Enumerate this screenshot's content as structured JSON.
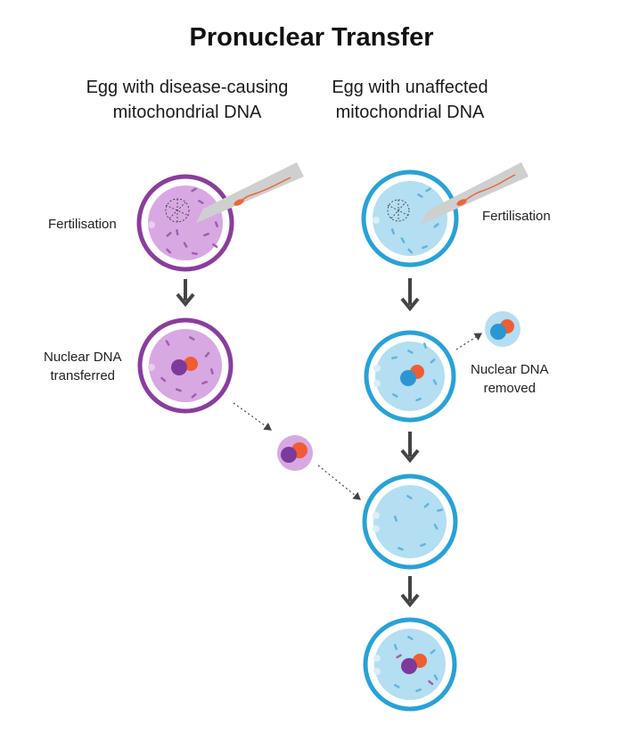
{
  "title": "Pronuclear Transfer",
  "columns": {
    "left": {
      "line1": "Egg with disease-causing",
      "line2": "mitochondrial DNA"
    },
    "right": {
      "line1": "Egg with unaffected",
      "line2": "mitochondrial DNA"
    }
  },
  "labels": {
    "left_fertilisation": "Fertilisation",
    "right_fertilisation": "Fertilisation",
    "nuclear_transferred_1": "Nuclear DNA",
    "nuclear_transferred_2": "transferred",
    "nuclear_removed_1": "Nuclear DNA",
    "nuclear_removed_2": "removed"
  },
  "colors": {
    "purple_ring": "#8a3d9e",
    "purple_fill": "#d8a8e2",
    "purple_dash": "#9f5fb2",
    "purple_nucleus": "#7b3a9c",
    "blue_ring": "#27a2d8",
    "blue_fill": "#b4def1",
    "blue_dash": "#5fb6dd",
    "blue_nucleus": "#2b96d4",
    "orange_nucleus": "#f15d30",
    "arrow": "#444444",
    "pipette": "#cfcfcf",
    "sperm": "#e8663a"
  }
}
